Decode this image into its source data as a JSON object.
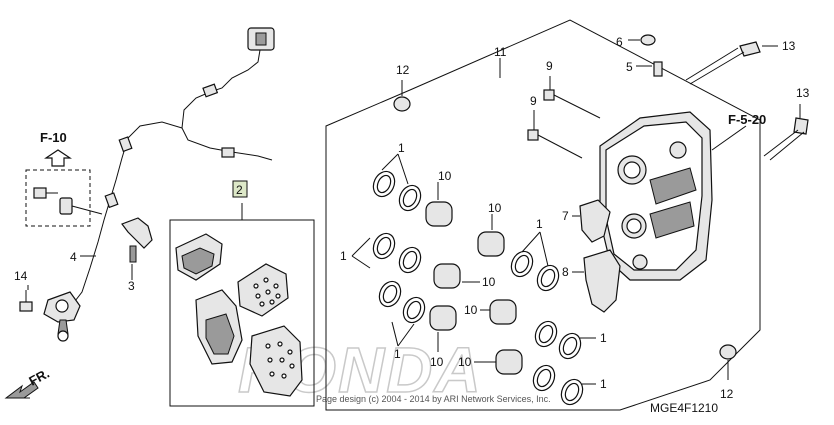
{
  "references": {
    "f10": "F-10",
    "f520": "F-5-20"
  },
  "callouts": {
    "c1": "1",
    "c2": "2",
    "c3": "3",
    "c4": "4",
    "c5": "5",
    "c6": "6",
    "c7": "7",
    "c8": "8",
    "c9": "9",
    "c10": "10",
    "c11": "11",
    "c12": "12",
    "c13": "13",
    "c14": "14"
  },
  "watermark": {
    "brand": "HONDA",
    "copyright": "Page design (c) 2004 - 2014 by ARI Network Services, Inc."
  },
  "direction_label": "FR.",
  "diagram_code": "MGE4F1210"
}
